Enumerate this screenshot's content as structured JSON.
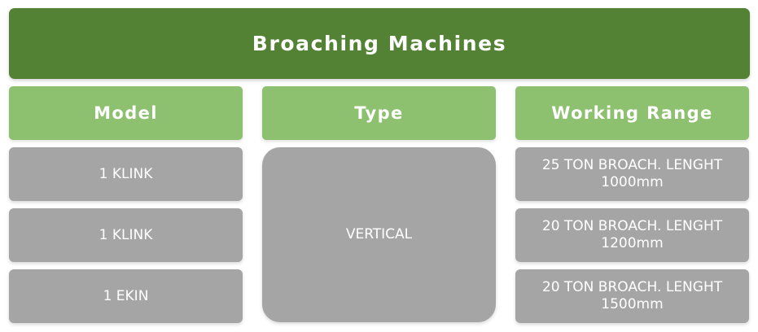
{
  "title": "Broaching Machines",
  "headers": {
    "model": "Model",
    "type": "Type",
    "working_range": "Working Range"
  },
  "rows": [
    {
      "model": "1 KLINK",
      "working_range": "25 TON BROACH. LENGHT 1000mm"
    },
    {
      "model": "1 KLINK",
      "working_range": "20 TON BROACH. LENGHT 1200mm"
    },
    {
      "model": "1 EKIN",
      "working_range": "20 TON BROACH. LENGHT 1500mm"
    }
  ],
  "type_value": "VERTICAL",
  "colors": {
    "title_bg": "#538234",
    "header_bg": "#8dc06f",
    "cell_bg": "#a5a5a5",
    "text": "#ffffff"
  }
}
